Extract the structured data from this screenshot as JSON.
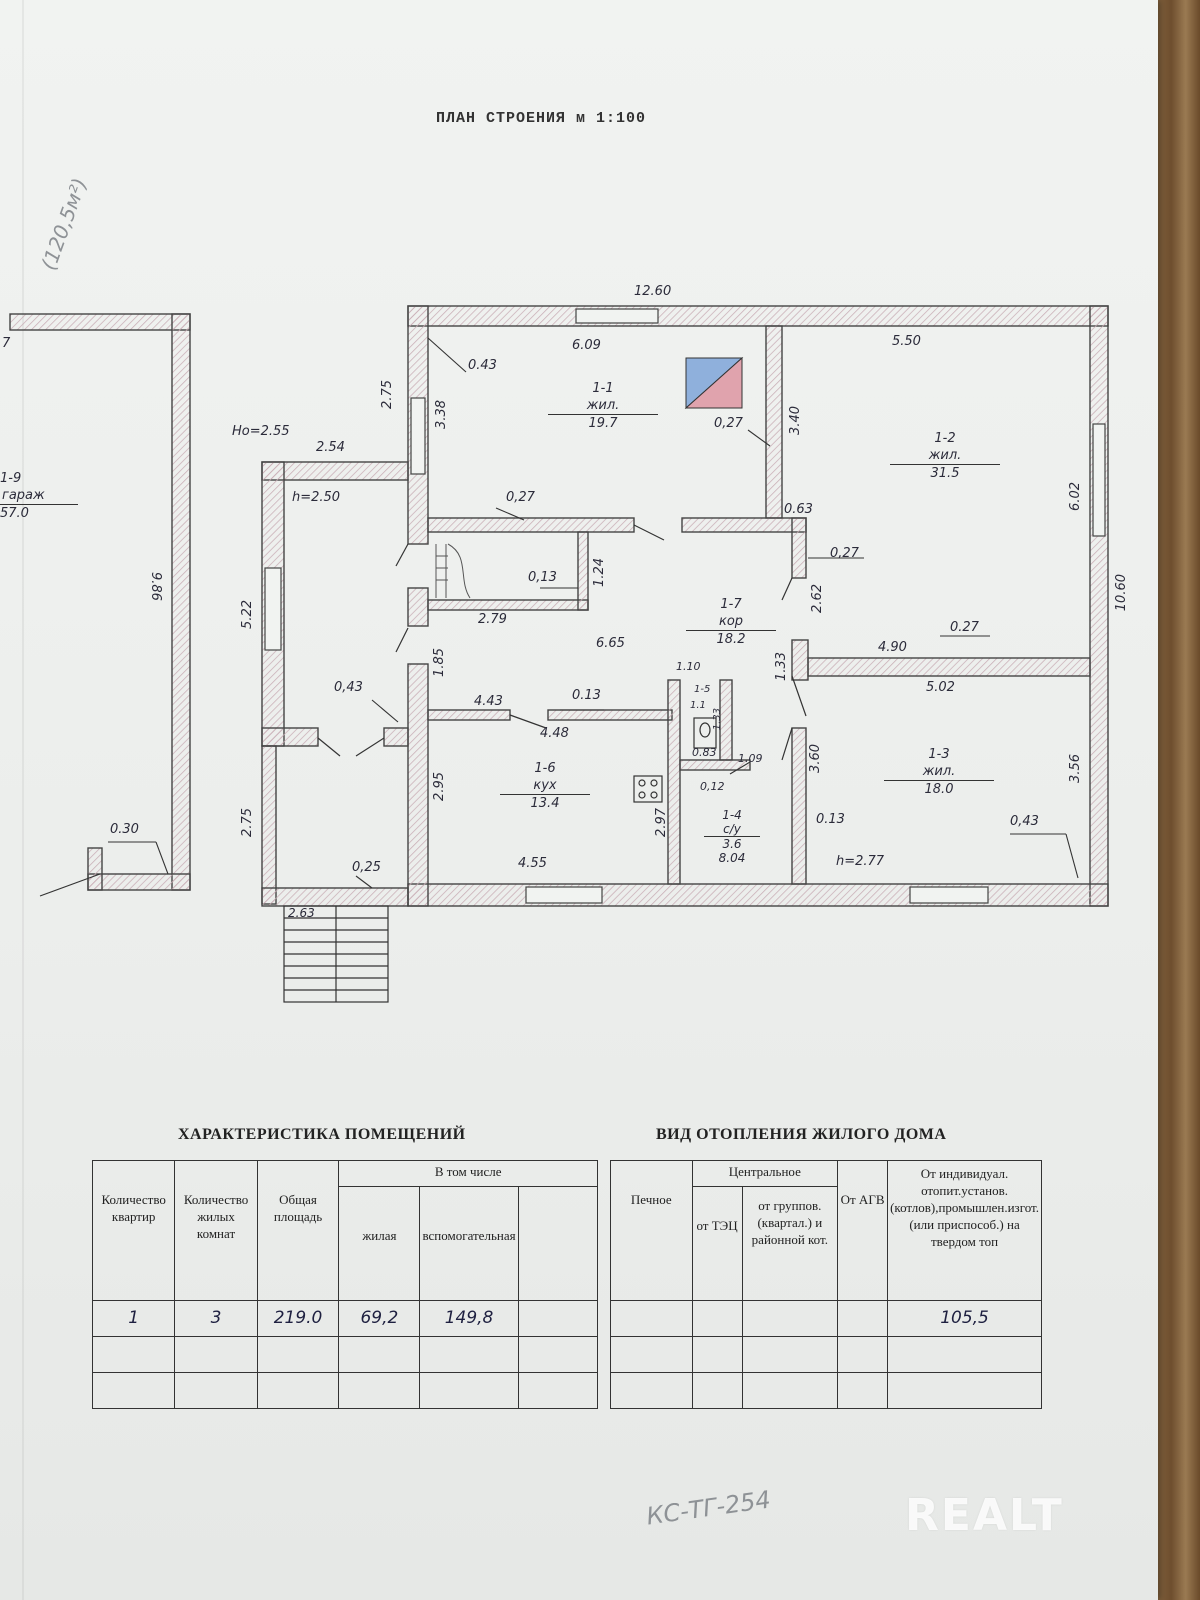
{
  "plan_title": "ПЛАН СТРОЕНИЯ м 1:100",
  "margin_note": "(120,5м²)",
  "heights": {
    "ho": "Но=2.55",
    "h_annex": "h=2.50",
    "h_main": "h=2.77"
  },
  "rooms": [
    {
      "id": "1-1",
      "type": "жил.",
      "area": "19.7"
    },
    {
      "id": "1-2",
      "type": "жил.",
      "area": "31.5"
    },
    {
      "id": "1-3",
      "type": "жил.",
      "area": "18.0"
    },
    {
      "id": "1-4",
      "type": "с/у",
      "area": "3.6"
    },
    {
      "id": "1-6",
      "type": "кух",
      "area": "13.4"
    },
    {
      "id": "1-7",
      "type": "кор",
      "area": "18.2"
    },
    {
      "id": "1-9",
      "type": "гараж",
      "area": "57.0"
    }
  ],
  "small_rooms": {
    "r15": "1-5",
    "r11": "1.1",
    "r11_dim": "1.33"
  },
  "garage_partial_label": "7",
  "dimensions": {
    "top_total": "12.60",
    "top_left": "6.09",
    "top_right": "5.50",
    "right_total": "10.60",
    "right_upper": "6.02",
    "right_lower": "3.56",
    "d275_top": "2.75",
    "d338": "3.38",
    "d340": "3.40",
    "d043_a": "0.43",
    "d027_a": "0,27",
    "d027_b": "0,27",
    "d027_c": "0,27",
    "d027_d": "0.27",
    "d063": "0.63",
    "d013_a": "0,13",
    "d124": "1.24",
    "d279": "2.79",
    "d665": "6.65",
    "d262": "2.62",
    "d490": "4.90",
    "d502": "5.02",
    "d133": "1.33",
    "d443": "4.43",
    "d013_b": "0.13",
    "d448": "4.48",
    "d110": "1.10",
    "d109": "1.09",
    "d083": "0.83",
    "d012": "0,12",
    "d360": "3.60",
    "d013_c": "0.13",
    "d043_b": "0,43",
    "d295": "2.95",
    "d297": "2.97",
    "d455": "4.55",
    "d804": "8.04",
    "d254": "2.54",
    "d522": "5.22",
    "d185": "1.85",
    "d043_c": "0,43",
    "d275_bot": "2.75",
    "d025": "0,25",
    "d263": "2.63",
    "d986": "9.86",
    "d030": "0.30"
  },
  "characteristics": {
    "title": "ХАРАКТЕРИСТИКА ПОМЕЩЕНИЙ",
    "col_flats": "Количество квартир",
    "col_rooms": "Количество жилых комнат",
    "col_total": "Общая площадь",
    "col_incl": "В том числе",
    "col_living": "жилая",
    "col_aux": "вспомогательная",
    "row1": {
      "flats": "1",
      "rooms": "3",
      "total": "219.0",
      "living": "69,2",
      "aux": "149,8"
    }
  },
  "heating": {
    "title": "ВИД ОТОПЛЕНИЯ ЖИЛОГО ДОМА",
    "col_stove": "Печное",
    "col_central": "Центральное",
    "col_tec": "от ТЭЦ",
    "col_group": "от группов. (квартал.) и районной кот.",
    "col_agv": "От АГВ",
    "col_indiv": "От индивидуал. отопит.установ. (котлов),промышлен.изгот. (или приспособ.) на твердом топ",
    "row1": {
      "indiv": "105,5"
    }
  },
  "stamp_note": "КС-ТГ-254",
  "watermark": "REALT"
}
